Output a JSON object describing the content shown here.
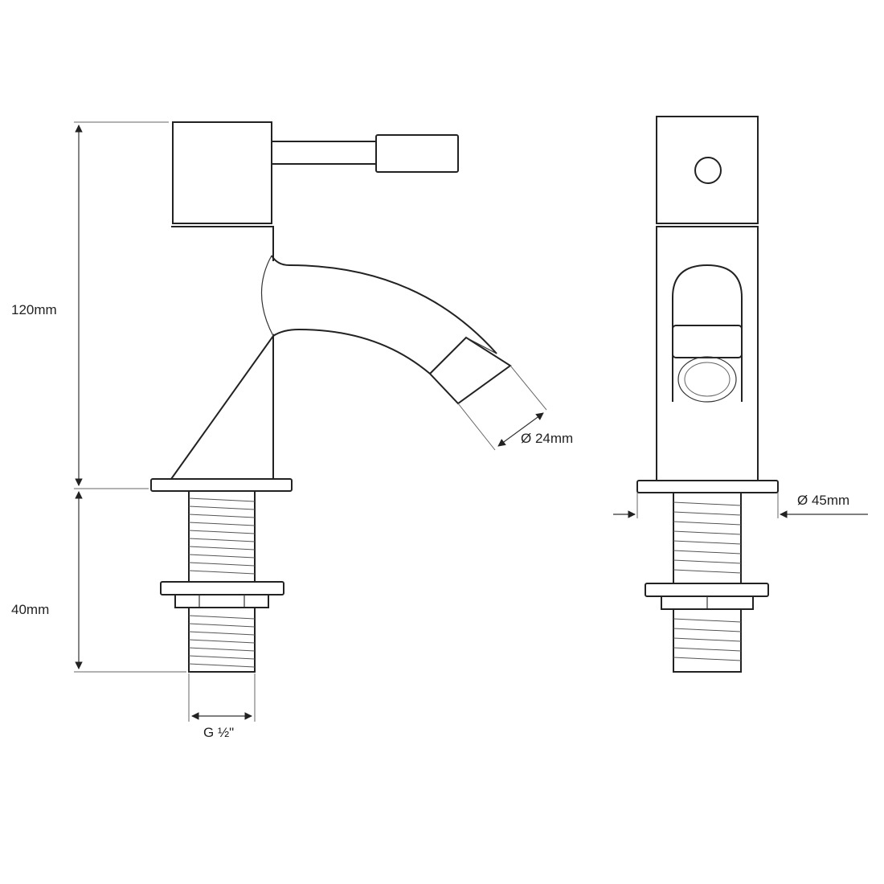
{
  "dimensions": {
    "height_total": "120mm",
    "height_thread": "40mm",
    "spout_outlet": "Ø 24mm",
    "base_diameter": "Ø 45mm",
    "thread_size": "G ½\""
  },
  "colors": {
    "line": "#222222",
    "background": "#ffffff"
  }
}
